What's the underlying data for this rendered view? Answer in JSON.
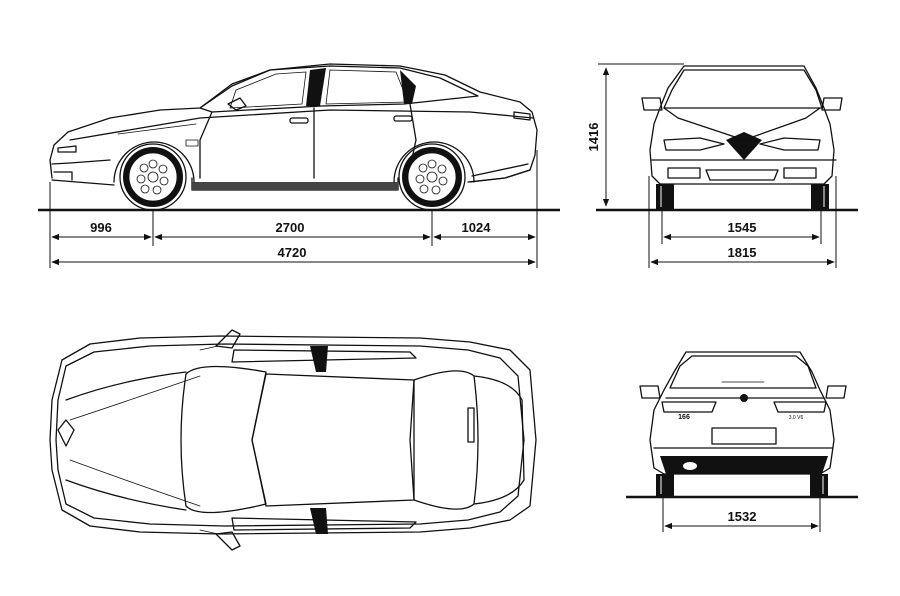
{
  "dimensions": {
    "front_overhang": "996",
    "wheelbase": "2700",
    "rear_overhang": "1024",
    "overall_length": "4720",
    "height": "1416",
    "front_track": "1545",
    "overall_width": "1815",
    "rear_track": "1532"
  },
  "badges": {
    "model": "166",
    "engine": "3.0 V6"
  },
  "colors": {
    "line": "#111111",
    "background": "#ffffff"
  }
}
